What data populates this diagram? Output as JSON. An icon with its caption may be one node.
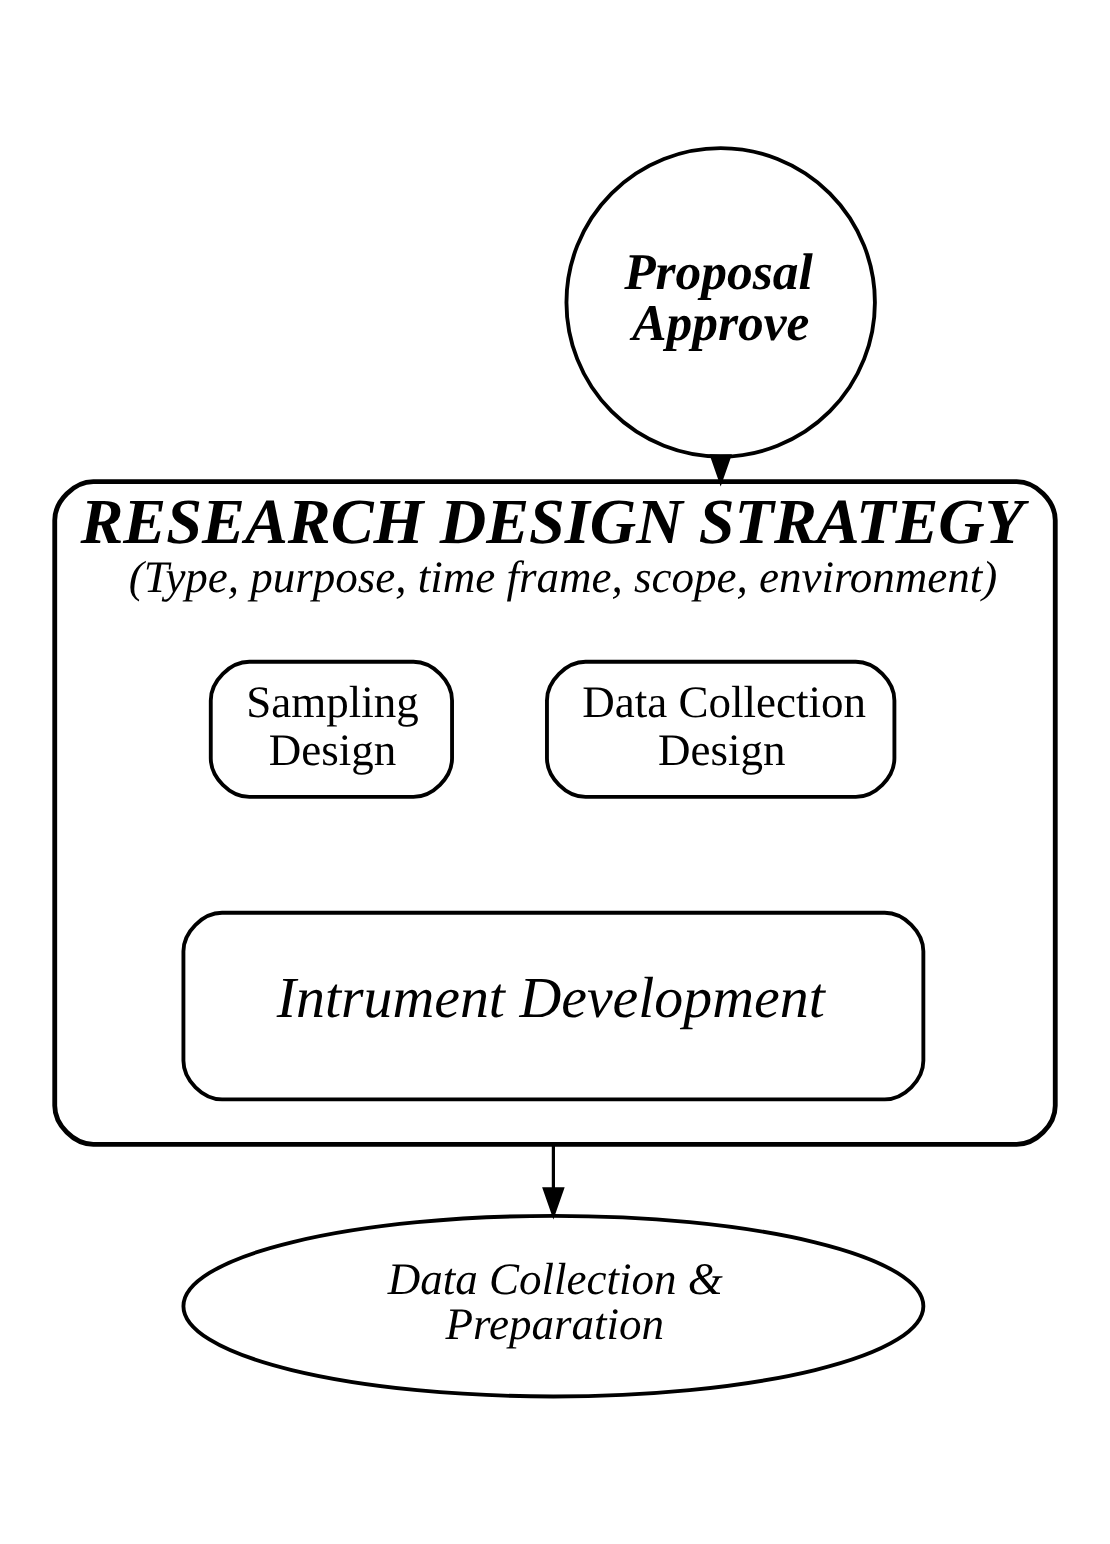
{
  "diagram": {
    "nodes": [
      {
        "text": [
          "Proposal Approve"
        ]
      },
      {
        "text": [
          "RESEARCH DESIGN STRATEGY",
          "(Type, purpose, time frame, scope, environment)"
        ]
      },
      {
        "text": [
          "Data Collection Design"
        ],
        "in": 1
      },
      {
        "text": [
          "Sampling Design"
        ],
        "in": 1
      },
      {
        "text": [
          "Intrument Development"
        ],
        "in": 1
      },
      {
        "text": [
          "Data Collection & Preparation"
        ]
      }
    ],
    "edges": [
      {
        "from": 0,
        "to": 1,
        "arrow": "to"
      },
      {
        "from": 1,
        "to": 5,
        "arrow": "to"
      }
    ]
  }
}
